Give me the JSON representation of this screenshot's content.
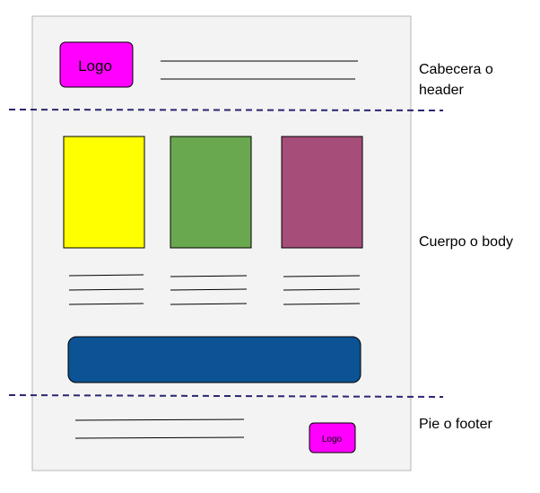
{
  "colors": {
    "page_fill": "#f3f3f3",
    "page_border": "#b7b7b7",
    "divider": "#2b2673",
    "logo_fill": "#ff00ff",
    "block_yellow": "#ffff00",
    "block_green": "#6aa84f",
    "block_purple": "#a64d79",
    "banner_blue": "#0b5394",
    "line": "#000000"
  },
  "header": {
    "logo_text": "Logo",
    "label_line1": "Cabecera o",
    "label_line2": "header"
  },
  "body_section": {
    "label": "Cuerpo o body",
    "blocks": [
      {
        "color": "#ffff00",
        "text_lines": 3
      },
      {
        "color": "#6aa84f",
        "text_lines": 3
      },
      {
        "color": "#a64d79",
        "text_lines": 3
      }
    ],
    "banner_color": "#0b5394"
  },
  "footer": {
    "logo_text": "Logo",
    "label": "Pie o footer",
    "text_lines": 2
  }
}
